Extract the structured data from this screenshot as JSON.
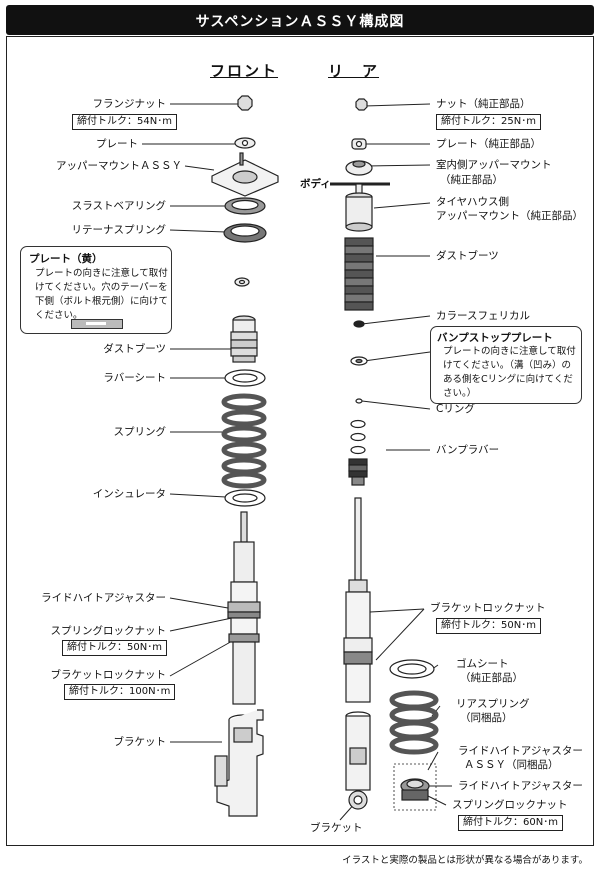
{
  "title": "サスペンションＡＳＳＹ構成図",
  "headers": {
    "front": "フロント",
    "rear": "リ　ア"
  },
  "front": {
    "flange_nut": "フランジナット",
    "flange_nut_torque": "締付トルク：54N･m",
    "plate": "プレート",
    "upper_mount": "アッパーマウントＡＳＳＹ",
    "thrust_bearing": "スラストベアリング",
    "retainer_spring": "リテーナスプリング",
    "dust_boot": "ダストブーツ",
    "rubber_seat": "ラバーシート",
    "spring": "スプリング",
    "insulator": "インシュレータ",
    "ride_height_adjuster": "ライドハイトアジャスター",
    "spring_lock_nut": "スプリングロックナット",
    "spring_lock_nut_torque": "締付トルク：50N･m",
    "bracket_lock_nut": "ブラケットロックナット",
    "bracket_lock_nut_torque": "締付トルク：100N･m",
    "bracket": "ブラケット"
  },
  "note_front": {
    "title": "プレート（黄）",
    "lines": [
      "プレートの向きに注意して取付",
      "けてください。穴のテーパーを",
      "下側（ボルト根元側）に向けて",
      "ください。"
    ]
  },
  "rear": {
    "body": "ボディ",
    "nut": "ナット（純正部品）",
    "nut_torque": "締付トルク：25N･m",
    "plate": "プレート（純正部品）",
    "cabin_mount_1": "室内側アッパーマウント",
    "cabin_mount_2": "（純正部品）",
    "tire_mount_1": "タイヤハウス側",
    "tire_mount_2": "アッパーマウント（純正部品）",
    "dust_boot": "ダストブーツ",
    "collar": "カラースフェリカル",
    "c_ring": "Cリング",
    "bump_rubber": "バンプラバー",
    "bracket_lock_nut": "ブラケットロックナット",
    "bracket_lock_nut_torque": "締付トルク：50N･m",
    "rubber_seat_1": "ゴムシート",
    "rubber_seat_2": "（純正部品）",
    "rear_spring_1": "リアスプリング",
    "rear_spring_2": "（同梱品）",
    "adjuster_assy_1": "ライドハイトアジャスター",
    "adjuster_assy_2": "ＡＳＳＹ（同梱品）",
    "ride_height_adjuster": "ライドハイトアジャスター",
    "spring_lock_nut": "スプリングロックナット",
    "spring_lock_nut_torque": "締付トルク：60N･m",
    "bracket": "ブラケット"
  },
  "note_rear": {
    "title": "バンプストッププレート",
    "lines": [
      "プレートの向きに注意して取付",
      "けてください。（溝（凹み）の",
      "ある側をCリングに向けてくだ",
      "さい。）"
    ]
  },
  "footer": "イラストと実際の製品とは形状が異なる場合があります。",
  "colors": {
    "plate_yellow_swatch": "#b8b8b8",
    "ink": "#111111"
  }
}
